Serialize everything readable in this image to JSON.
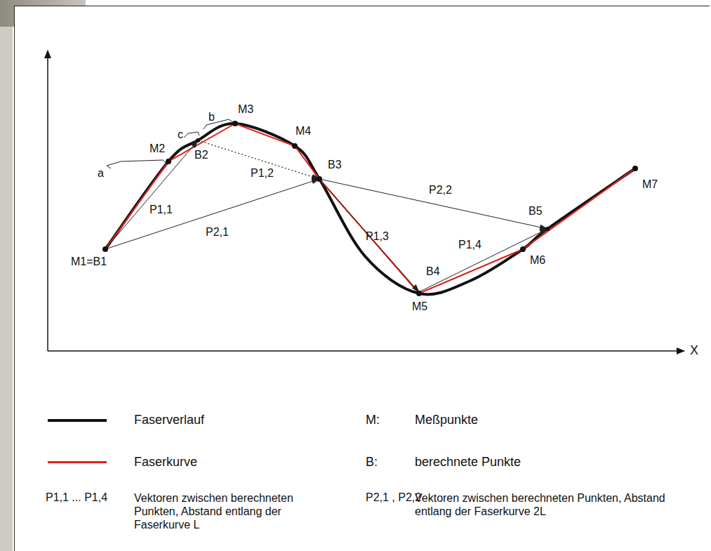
{
  "diagram": {
    "labels": [
      "M1=B1",
      "M2",
      "B2",
      "M3",
      "M4",
      "B3",
      "P1,1",
      "P1,2",
      "P2,1",
      "P2,2",
      "B5",
      "P1,3",
      "B4",
      "M5",
      "P1,4",
      "M6",
      "M7",
      "a",
      "c",
      "b",
      "X",
      "M:",
      "Meßpunkte",
      "B:",
      "berechnete Punkte",
      "P1,1 ... P1,4",
      "Vektoren zwischen berechneten Punkten, Abstand entlang der Faserkurve L",
      "P2,1 , P2,2",
      "Vektoren zwischen berechneten Punkten, Abstand entlang der Faserkurve 2L"
    ],
    "legend": [
      {
        "text": "Faserverlauf"
      },
      {
        "text": "Faserkurve"
      }
    ]
  }
}
